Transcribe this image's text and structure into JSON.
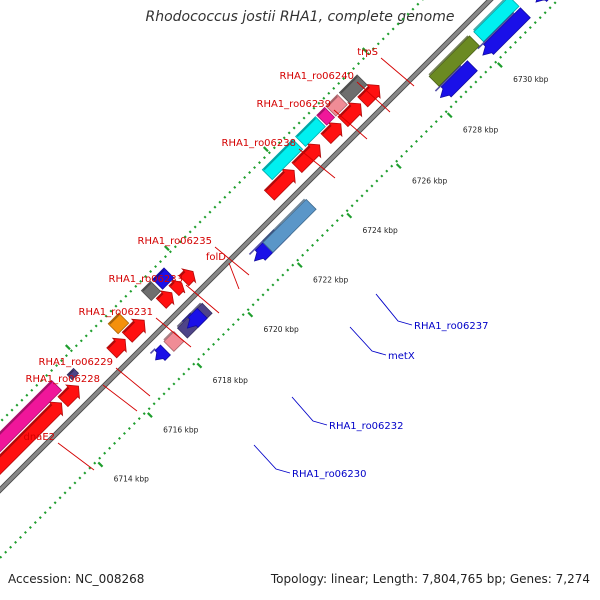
{
  "title": "Rhodococcus jostii RHA1, complete genome",
  "accession": "Accession: NC_008268",
  "summary": "Topology: linear; Length: 7,804,765 bp; Genes: 7,274",
  "colors": {
    "backbone": "#888888",
    "dots": "#1f9e2e",
    "label_plus": "#d40000",
    "label_minus": "#0000c8",
    "red": "#ff1010",
    "blue": "#1a10e8",
    "cyan": "#00f0f0",
    "magenta": "#f0169a",
    "gray": "#6e6e6e",
    "pink": "#f08c96",
    "olive": "#6b8a22",
    "navy": "#4e4488",
    "steel": "#5a96c8",
    "orange": "#f4900c"
  },
  "scale_ticks": [
    "6714 kbp",
    "6716 kbp",
    "6718 kbp",
    "6720 kbp",
    "6722 kbp",
    "6724 kbp",
    "6726 kbp",
    "6728 kbp",
    "6730 kbp"
  ],
  "labels_plus": [
    "trpS",
    "RHA1_ro06240",
    "RHA1_ro06239",
    "RHA1_ro06238",
    "RHA1_ro06235",
    "folD",
    "RHA1_ro06233",
    "RHA1_ro06231",
    "RHA1_ro06229",
    "RHA1_ro06228",
    "dnaE2"
  ],
  "labels_minus": [
    "RHA1_ro06237",
    "metX",
    "RHA1_ro06232",
    "RHA1_ro06230"
  ]
}
